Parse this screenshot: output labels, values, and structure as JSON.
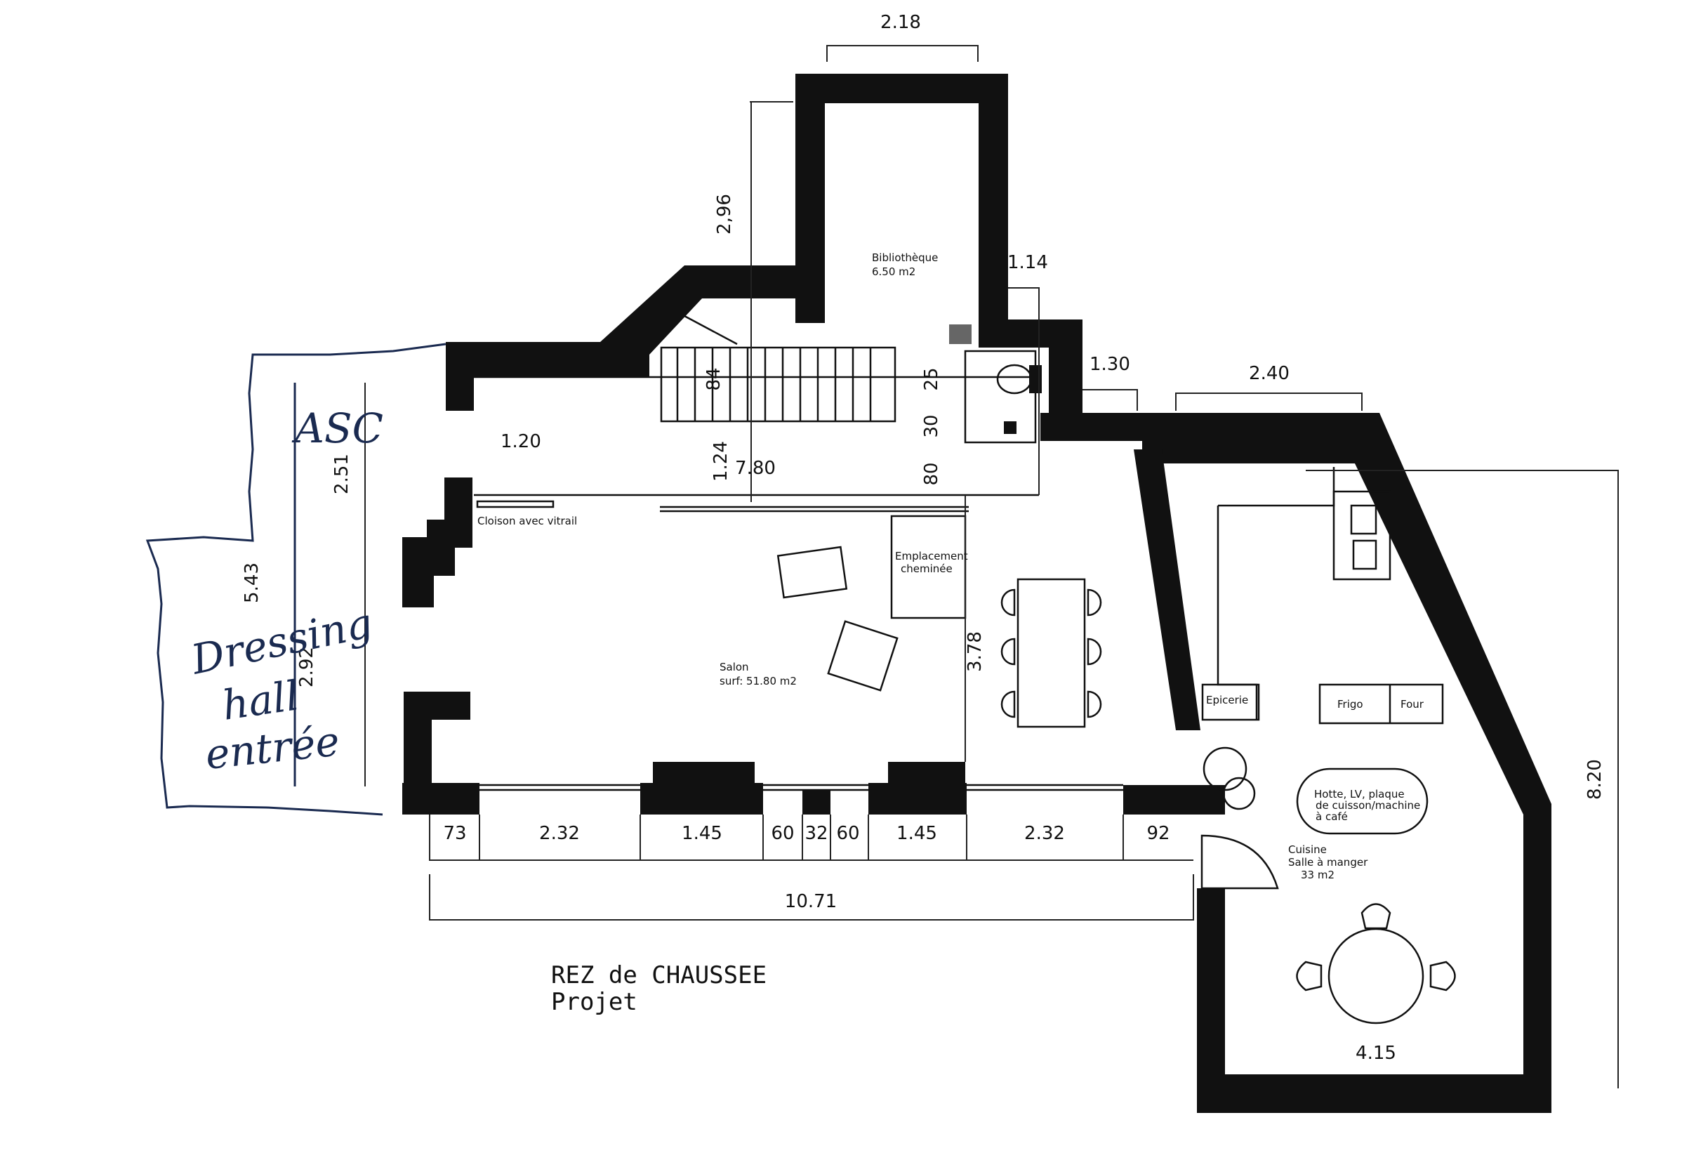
{
  "title": {
    "line1": "REZ de CHAUSSEE",
    "line2": "Projet"
  },
  "rooms": {
    "bibliotheque": {
      "name": "Bibliothèque",
      "area": "6.50 m2"
    },
    "salon": {
      "name": "Salon",
      "area": "surf: 51.80 m2"
    },
    "cloison": "Cloison avec vitrail",
    "cheminee": {
      "line1": "Emplacement",
      "line2": "cheminée"
    },
    "cuisine": {
      "line1": "Cuisine",
      "line2": "Salle à manger",
      "line3": "33 m2"
    },
    "epicerie": "Epicerie",
    "frigo": "Frigo",
    "four": "Four",
    "ilot": {
      "line1": "Hotte, LV, plaque",
      "line2": "de cuisson/machine",
      "line3": "à café"
    }
  },
  "handwritten": {
    "asc": "ASC",
    "dressing": [
      "Dressing",
      "hall",
      "entrée"
    ]
  },
  "dimensions": {
    "top_218": "2.18",
    "v_296": "2,96",
    "d_114": "1.14",
    "d_130": "1.30",
    "d_240": "2.40",
    "v_251": "2.51",
    "v_543": "5.43",
    "v_292": "2.92",
    "d_120": "1.20",
    "v_124": "1.24",
    "d_780": "7.80",
    "v_84": "84",
    "v_25": "25",
    "v_30": "30",
    "v_80": "80",
    "v_378": "3.78",
    "v_820": "8.20",
    "d_415": "4.15",
    "d_1071": "10.71",
    "bottom_chain": [
      "73",
      "2.32",
      "1.45",
      "60",
      "32",
      "60",
      "1.45",
      "2.32",
      "92"
    ]
  }
}
